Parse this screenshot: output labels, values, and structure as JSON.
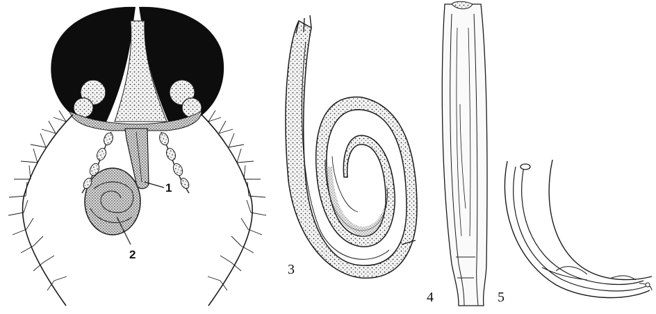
{
  "labels": {
    "proboscis": "1",
    "bulb": "2",
    "panel3": "3",
    "panel4": "4",
    "panel5": "5"
  },
  "colors": {
    "ink": "#1a1a1a",
    "eye": "#111111",
    "background": "#ffffff"
  }
}
